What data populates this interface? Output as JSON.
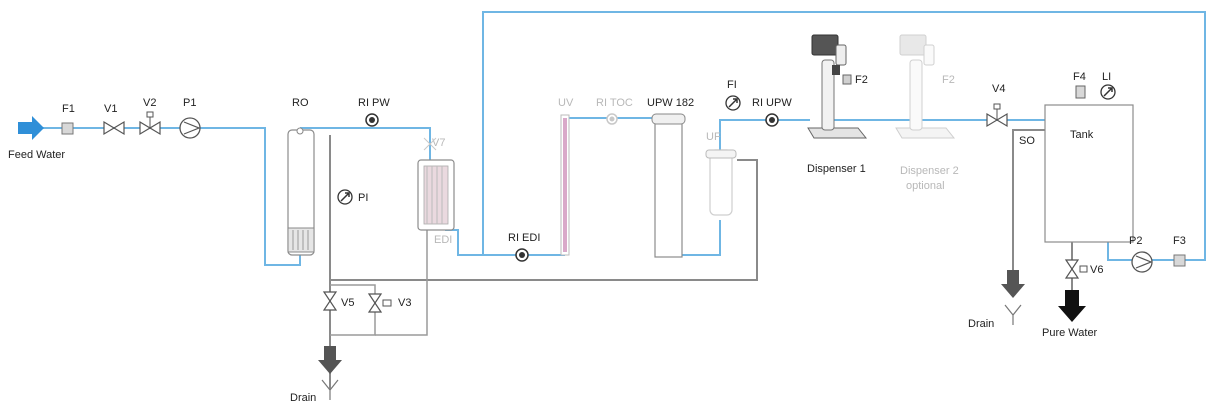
{
  "labels": {
    "feed_water": "Feed Water",
    "f1": "F1",
    "v1": "V1",
    "v2": "V2",
    "p1": "P1",
    "ro": "RO",
    "ri_pw": "RI PW",
    "pi": "PI",
    "v7": "V7",
    "edi": "EDI",
    "v5": "V5",
    "v3": "V3",
    "drain_left": "Drain",
    "ri_edi": "RI EDI",
    "uv": "UV",
    "ri_toc": "RI TOC",
    "upw182": "UPW 182",
    "fi": "FI",
    "ri_upw": "RI UPW",
    "uf": "UF",
    "f2_a": "F2",
    "dispenser1": "Dispenser 1",
    "f2_b": "F2",
    "dispenser2": "Dispenser 2",
    "optional": "optional",
    "v4": "V4",
    "so": "SO",
    "drain_right": "Drain",
    "f4": "F4",
    "li": "LI",
    "tank": "Tank",
    "v6": "V6",
    "pure_water": "Pure Water",
    "p2": "P2",
    "f3": "F3"
  },
  "colors": {
    "pipe_blue": "#6fb6e4",
    "pipe_gray": "#8a8a8a",
    "arrow_blue": "#2f8fd8",
    "drain_arrow": "#555555",
    "uv_lamp": "#d9a9c9",
    "dim_text": "#b8b8b8"
  },
  "icons": [
    "feed-arrow-icon",
    "flow-meter-icon",
    "valve-icon",
    "pump-icon",
    "pressure-gauge-icon",
    "resistivity-sensor-icon",
    "drain-icon",
    "dispenser-icon",
    "tank-icon"
  ]
}
